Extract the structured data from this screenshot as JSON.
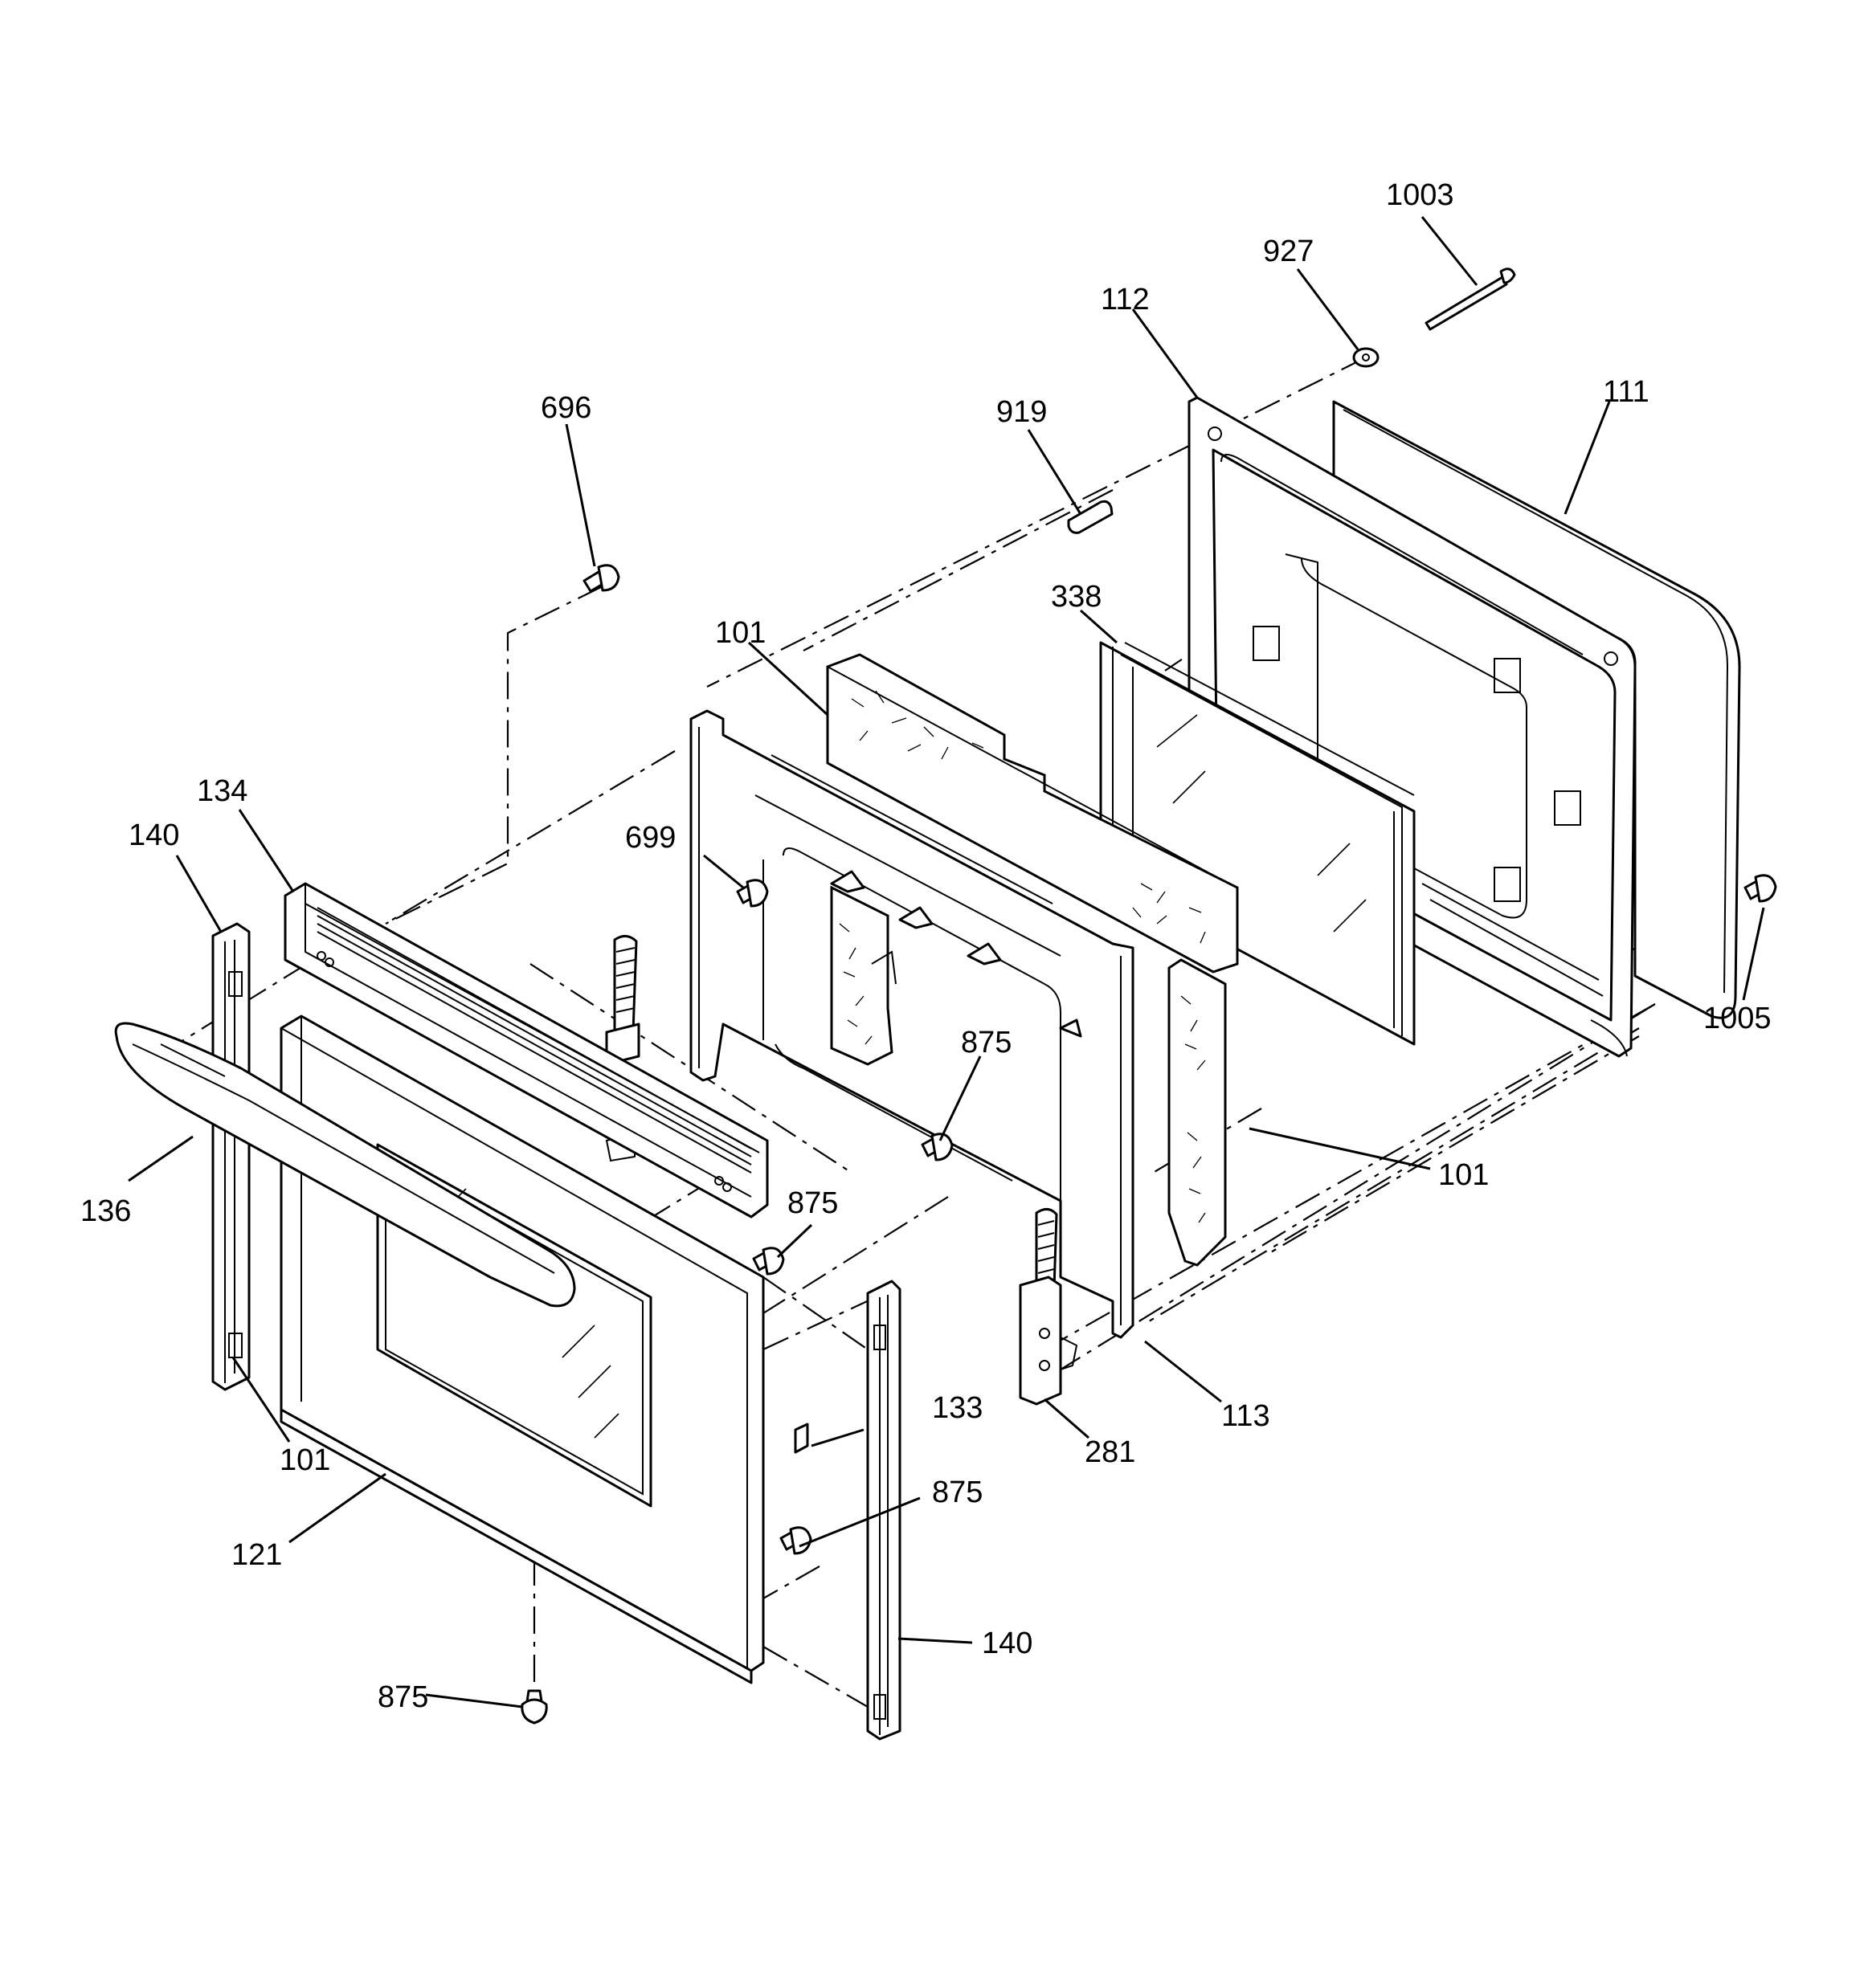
{
  "labels": {
    "l1003": "1003",
    "l927": "927",
    "l112": "112",
    "l111": "111",
    "l919": "919",
    "l696": "696",
    "l338": "338",
    "l101a": "101",
    "l699": "699",
    "l134": "134",
    "l140a": "140",
    "l875a": "875",
    "l1005": "1005",
    "l101b": "101",
    "l136": "136",
    "l875b": "875",
    "l101c": "101",
    "l133": "133",
    "l113": "113",
    "l281": "281",
    "l875c": "875",
    "l121": "121",
    "l140b": "140",
    "l875d": "875"
  }
}
